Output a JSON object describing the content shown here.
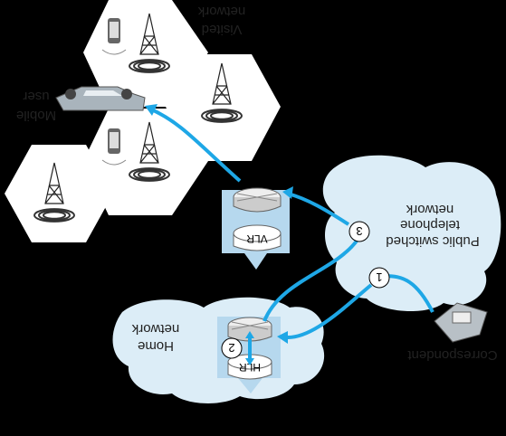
{
  "labels": {
    "visited_network_line1": "network",
    "visited_network_line2": "Visited",
    "mobile_user_line1": "Mobile",
    "mobile_user_line2": "user",
    "pstn_line1": "Public switched",
    "pstn_line2": "telephone",
    "pstn_line3": "network",
    "home_network_line1": "Home",
    "home_network_line2": "network",
    "correspondent": "Correspondent",
    "vlr": "VLR",
    "hlr": "HLR"
  },
  "steps": [
    "1",
    "2",
    "3"
  ],
  "icons": [
    "phone-icon",
    "cell-tower-icon",
    "car-icon",
    "database-icon",
    "telephone-icon"
  ],
  "colors": {
    "background": "#000000",
    "cell_fill": "#ffffff",
    "cloud_fill": "#dcedf7",
    "arrow_blue": "#1ea7e6",
    "db_arrow": "#b6d8ee"
  }
}
